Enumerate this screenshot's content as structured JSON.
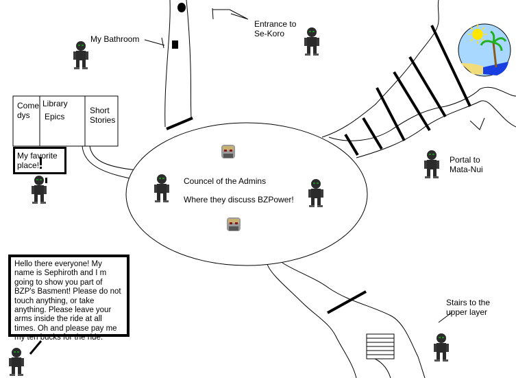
{
  "labels": {
    "bathroom": "My Bathroom",
    "entrance": "Entrance to\nSe-Koro",
    "portal": "Portal to\nMata-Nui",
    "stairs": "Stairs to the\nupper layer",
    "council_title": "Councel of the Admins",
    "council_desc": "Where they discuss BZPower!",
    "favorite": "My favorite\nplace!"
  },
  "shelves": {
    "comedies": "Come\ndys",
    "library": "Library",
    "epics": "Epics",
    "short_stories": "Short\nStories"
  },
  "speech": "Hello there everyone! My name is Sephiroth and I m going to show you part of BZP's Basment! Please do not touch anything, or take anything. Please leave your arms inside the ride at all times. Oh and please pay me my ten bucks for the ride.",
  "colors": {
    "line": "#000000",
    "figure_dark": "#2b2b2b",
    "figure_eye": "#1f8a1f",
    "admin_red": "#8a1a1a",
    "sun": "#ffe600",
    "sky": "#a8d8ff",
    "ocean": "#1a3fe0",
    "sand": "#f0dc7a",
    "palm_leaf": "#22b022",
    "palm_trunk": "#8a5a1a"
  },
  "icons": [
    "toa-figure",
    "admin-mask",
    "sun-island-icon",
    "bookshelf",
    "stairs-icon"
  ]
}
